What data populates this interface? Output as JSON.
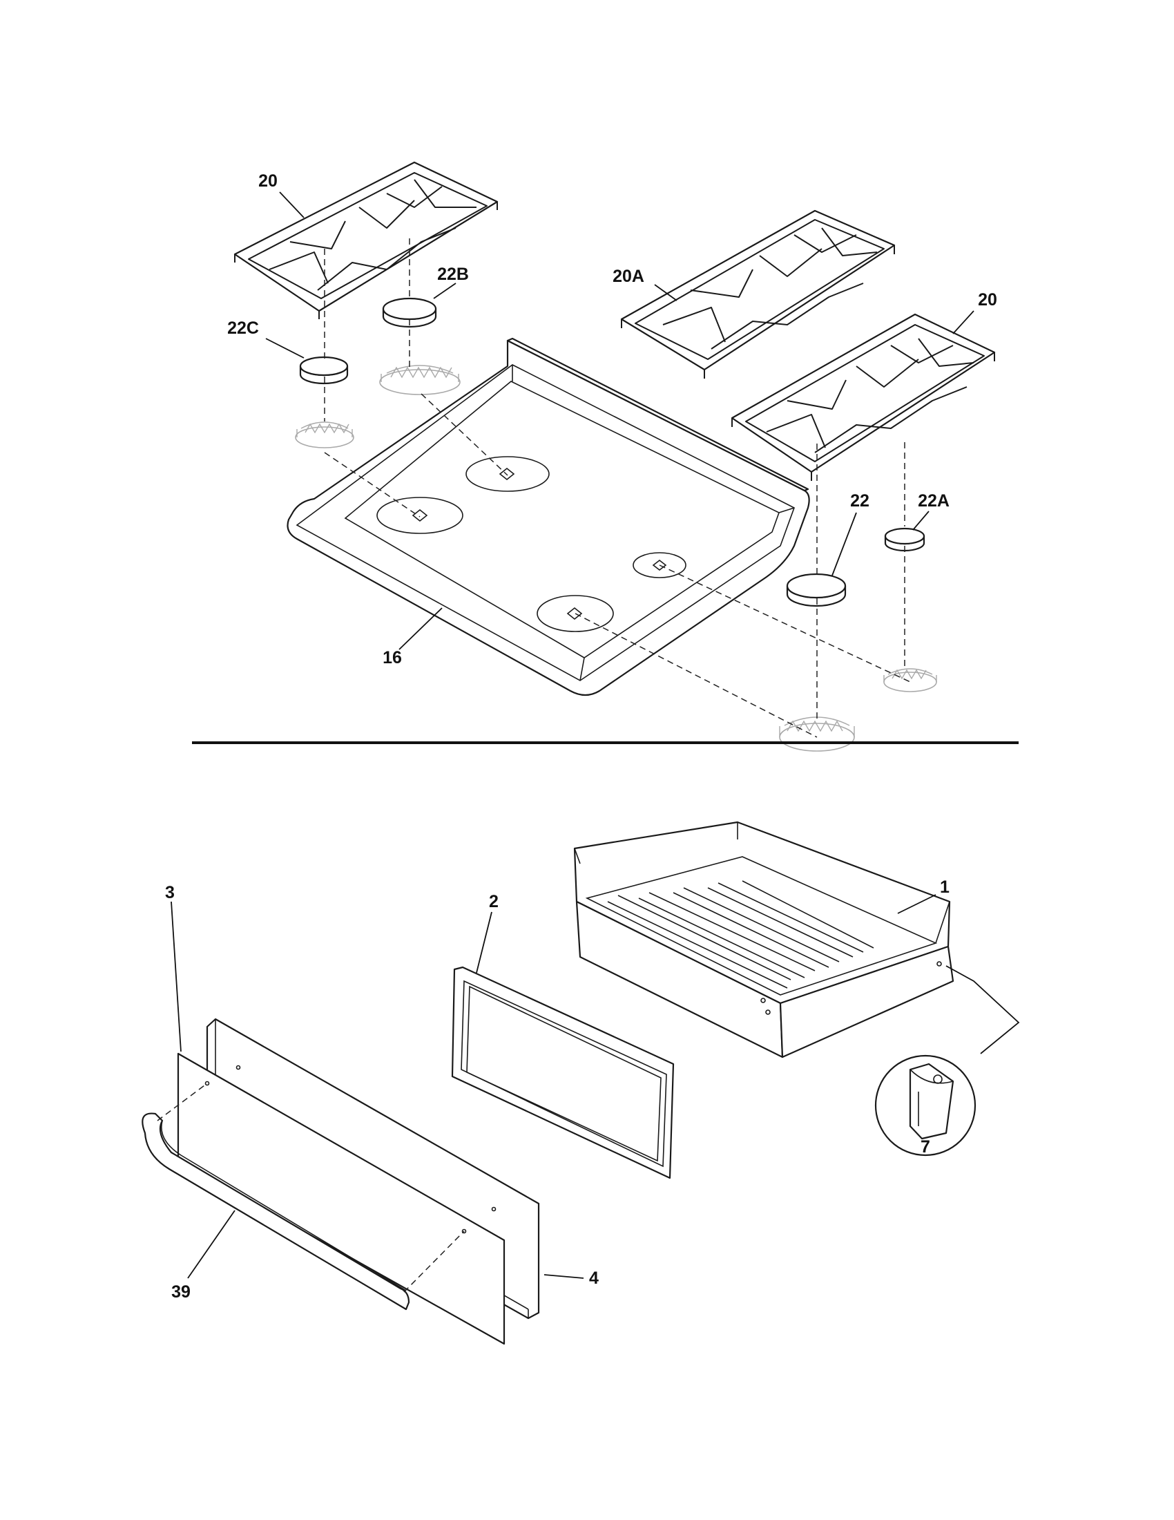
{
  "diagram": {
    "labels": {
      "grate_left": "20",
      "grate_center": "20A",
      "grate_right": "20",
      "cap_rear_left": "22B",
      "cap_front_left": "22C",
      "cap_front_right": "22",
      "cap_rear_right": "22A",
      "cooktop": "16",
      "drawer_body": "1",
      "drawer_liner": "2",
      "drawer_panel": "3",
      "drawer_front": "4",
      "handle": "39",
      "clip": "7"
    }
  }
}
